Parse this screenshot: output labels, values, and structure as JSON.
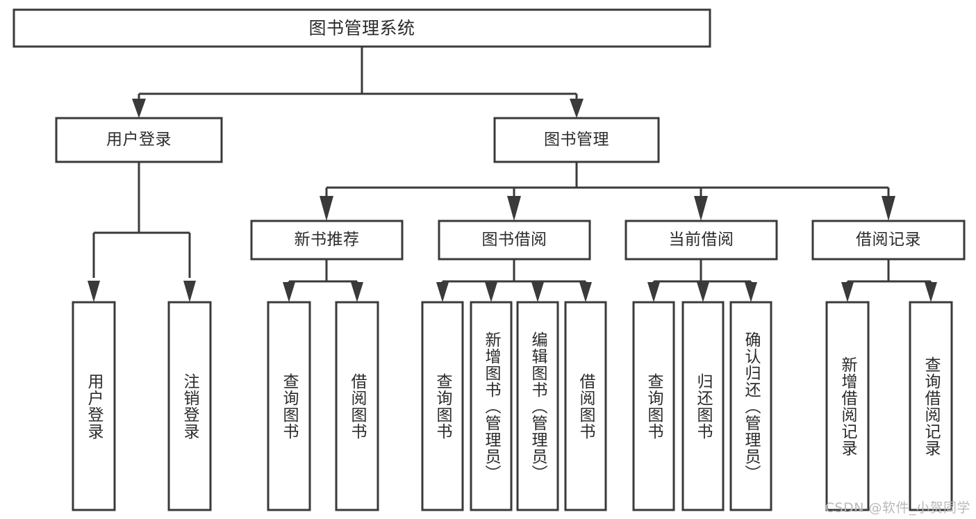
{
  "diagram": {
    "title": "图书管理系统",
    "type": "tree-hierarchy-diagram",
    "root": {
      "label": "图书管理系统"
    },
    "level1": [
      {
        "label": "用户登录"
      },
      {
        "label": "图书管理"
      }
    ],
    "level2": [
      {
        "label": "新书推荐"
      },
      {
        "label": "图书借阅"
      },
      {
        "label": "当前借阅"
      },
      {
        "label": "借阅记录"
      }
    ],
    "leaves": {
      "user_login": [
        {
          "label": "用户登录"
        },
        {
          "label": "注销登录"
        }
      ],
      "new_book_recommend": [
        {
          "label": "查询图书"
        },
        {
          "label": "借阅图书"
        }
      ],
      "book_borrow": [
        {
          "label": "查询图书"
        },
        {
          "label": "新增图书（管理员）"
        },
        {
          "label": "编辑图书（管理员）"
        },
        {
          "label": "借阅图书"
        }
      ],
      "current_borrow": [
        {
          "label": "查询图书"
        },
        {
          "label": "归还图书"
        },
        {
          "label": "确认归还（管理员）"
        }
      ],
      "borrow_record": [
        {
          "label": "新增借阅记录"
        },
        {
          "label": "查询借阅记录"
        }
      ]
    }
  },
  "watermark": {
    "text": "CSDN @软件_小贺同学"
  },
  "colors": {
    "stroke": "#3a3a3a",
    "fill": "#ffffff",
    "text": "#2b2b2b",
    "watermark": "#b9b9b9"
  }
}
